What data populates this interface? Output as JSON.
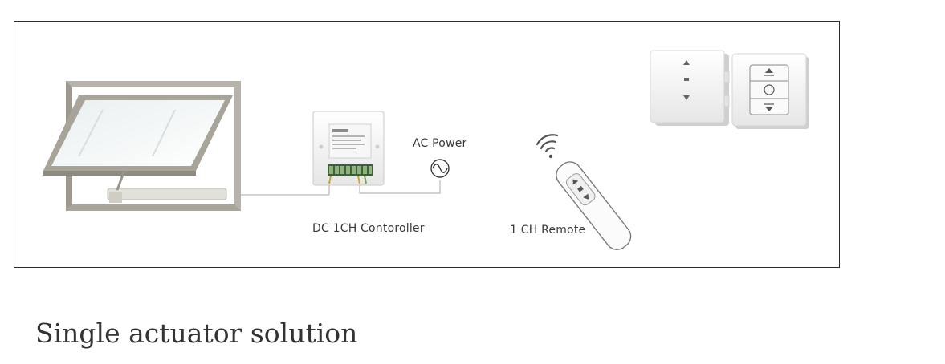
{
  "diagram": {
    "labels": {
      "ac_power": "AC Power",
      "controller": "DC 1CH Contoroller",
      "remote": "1 CH Remote"
    }
  },
  "caption": {
    "text": "Single actuator solution"
  }
}
